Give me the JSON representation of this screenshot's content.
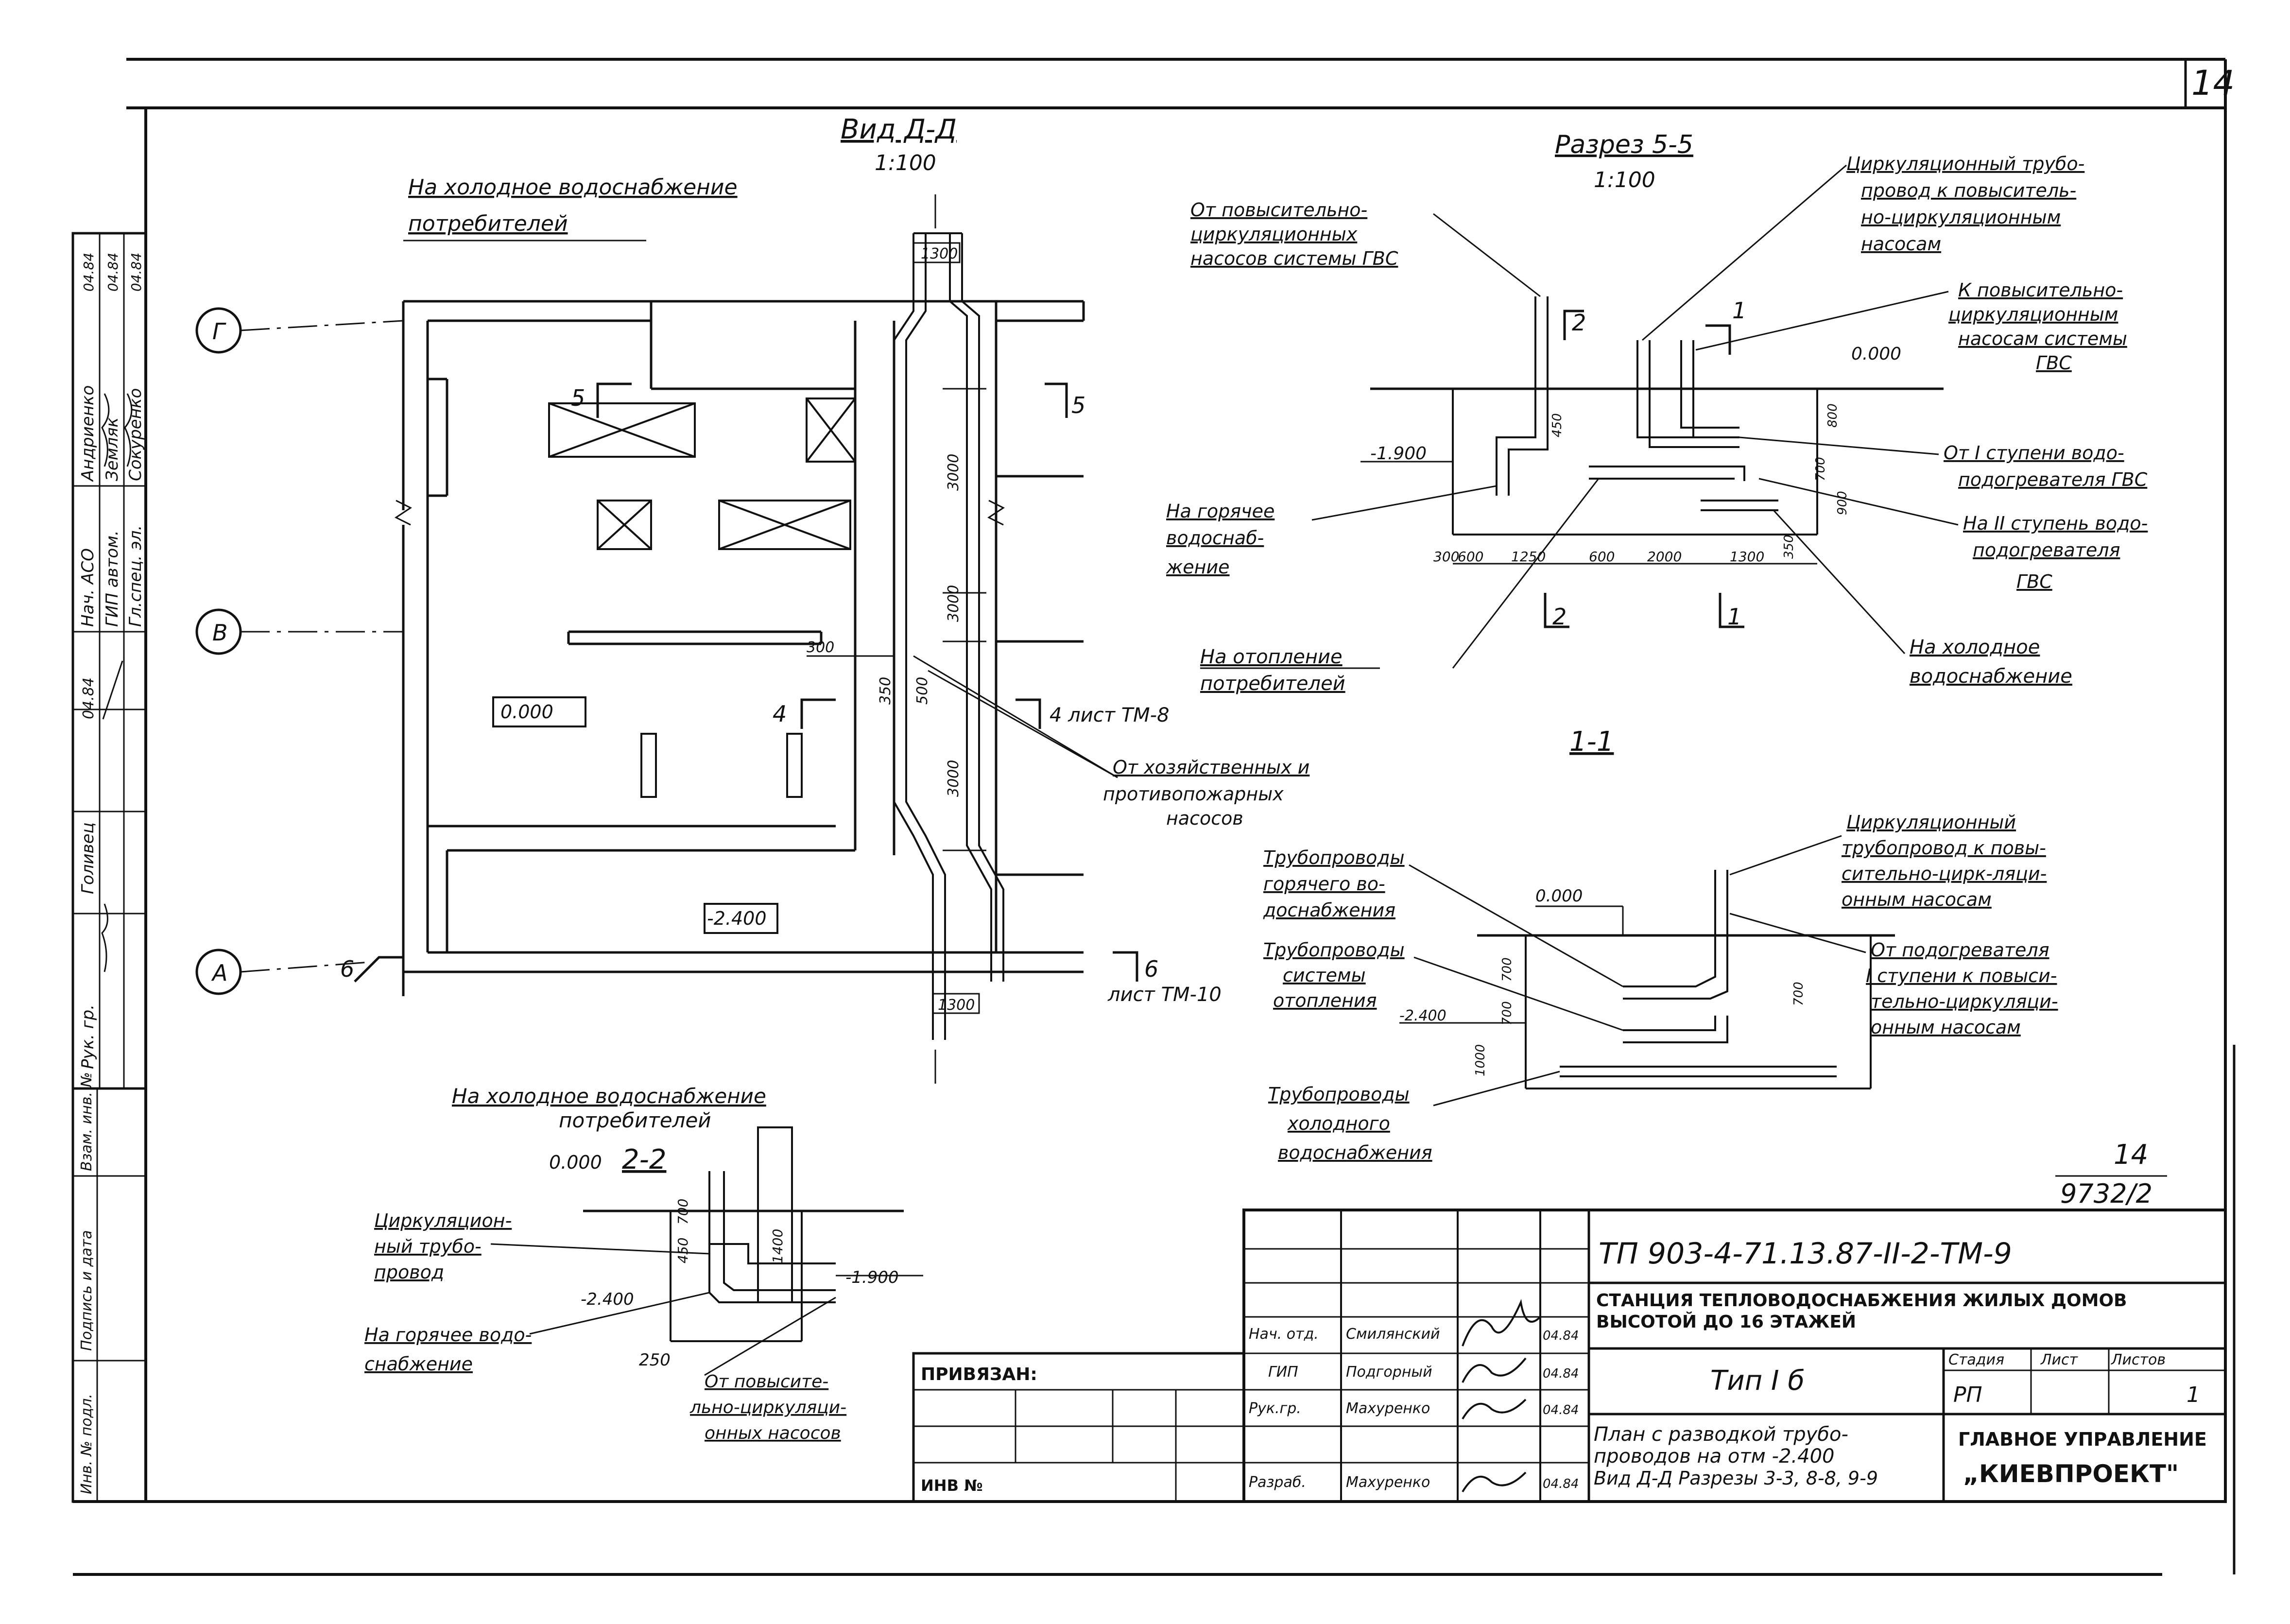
{
  "sheet": {
    "page_number": "14"
  },
  "view_dd": {
    "title": "Вид Д-Д",
    "scale": "1:100",
    "top_label": [
      "На холодное водоснабжение",
      "потребителей"
    ],
    "bottom_label": [
      "На холодное водоснабжение",
      "потребителей"
    ],
    "source_label": [
      "От хозяйственных и",
      "противопожарных",
      "насосов"
    ],
    "axes": [
      "Г",
      "В",
      "А"
    ],
    "levels": [
      "0.000",
      "-2.400"
    ],
    "dims": [
      "1300",
      "3000",
      "3000",
      "3000",
      "1300",
      "300",
      "350",
      "500"
    ],
    "cuts": [
      "5",
      "5",
      "4",
      "4 лист ТМ-8",
      "6",
      "6",
      "лист ТМ-10"
    ]
  },
  "section_55": {
    "title": "Разрез 5-5",
    "scale": "1:100",
    "labels": {
      "from_boost": [
        "От повысительно-",
        "циркуляционных",
        "насосов системы ГВС"
      ],
      "circ_pipe": [
        "Циркуляционный трубо-",
        "провод к повыситель-",
        "но-циркуляционным",
        "насосам"
      ],
      "to_boost": [
        "К повысительно-",
        "циркуляционным",
        "насосам системы",
        "ГВС"
      ],
      "from_stage1": [
        "От I ступени водо-",
        "подогревателя ГВС"
      ],
      "to_stage2": [
        "На II ступень водо-",
        "подогревателя",
        "ГВС"
      ],
      "hot_water": [
        "На горячее",
        "водоснаб-",
        "жение"
      ],
      "heating": [
        "На отопление",
        "потребителей"
      ],
      "cold_water": [
        "На холодное",
        "водоснабжение"
      ]
    },
    "levels": [
      "0.000",
      "-1.900"
    ],
    "dims": [
      "450",
      "800",
      "700",
      "900",
      "300",
      "600",
      "1250",
      "600",
      "2000",
      "1300",
      "350"
    ],
    "cuts": [
      "2",
      "1",
      "2",
      "1"
    ]
  },
  "section_11": {
    "title": "1-1",
    "labels": {
      "hot_pipes": [
        "Трубопроводы",
        "горячего во-",
        "доснабжения"
      ],
      "heat_pipes": [
        "Трубопроводы",
        "системы",
        "отопления"
      ],
      "cold_pipes": [
        "Трубопроводы",
        "холодного",
        "водоснабжения"
      ],
      "circ_pipe": [
        "Циркуляционный",
        "трубопровод к повы-",
        "сительно-цирк-ляци-",
        "онным насосам"
      ],
      "from_heater": [
        "От подогревателя",
        "I ступени к повыси-",
        "тельно-циркуляци-",
        "онным насосам"
      ]
    },
    "levels": [
      "0.000",
      "-2.400"
    ],
    "dims": [
      "700",
      "700",
      "1000",
      "700"
    ]
  },
  "section_22": {
    "title": "2-2",
    "labels": {
      "circ": [
        "Циркуляцион-",
        "ный трубо-",
        "провод"
      ],
      "hot": [
        "На горячее водо-",
        "снабжение"
      ],
      "from_boost": [
        "От повысите-",
        "льно-циркуляци-",
        "онных насосов"
      ]
    },
    "levels": [
      "0.000",
      "-2.400",
      "-1.900"
    ],
    "dims": [
      "450",
      "700",
      "1400",
      "250"
    ]
  },
  "sheet_ref": {
    "top": "14",
    "bottom": "9732/2"
  },
  "left_stamp": {
    "roles": [
      "Рук. гр.",
      "Голивец",
      "04.84",
      "Нач. АСО",
      "ГИП автом.",
      "Гл.спец. эл.",
      "Андриенко",
      "Земляк",
      "Сокуренко",
      "04.84",
      "04.84",
      "04.84"
    ],
    "vertical_labels": [
      "Инв. № подл.",
      "Подпись и дата",
      "Взам. инв. №"
    ]
  },
  "title_block": {
    "code": "ТП 903-4-71.13.87-II-2-ТМ-9",
    "project": "СТАНЦИЯ ТЕПЛОВОДОСНАБЖЕНИЯ ЖИЛЫХ ДОМОВ ВЫСОТОЙ ДО 16 ЭТАЖЕЙ",
    "type": "Тип I б",
    "stage_header": "Стадия",
    "sheet_header": "Лист",
    "sheets_header": "Листов",
    "stage": "РП",
    "sheet": "",
    "sheets": "1",
    "contents": [
      "План с разводкой трубо-",
      "проводов на отм -2.400",
      "Вид Д-Д Разрезы 3-3, 8-8, 9-9"
    ],
    "org_line1": "ГЛАВНОЕ УПРАВЛЕНИЕ",
    "org_line2": "„КИЕВПРОЕКТ\"",
    "bound_label": "ПРИВЯЗАН:",
    "inv_label": "ИНВ №",
    "people": [
      {
        "role": "Нач. отд.",
        "name": "Смилянский",
        "date": "04.84"
      },
      {
        "role": "ГИП",
        "name": "Подгорный",
        "date": "04.84"
      },
      {
        "role": "Рук.гр.",
        "name": "Махуренко",
        "date": "04.84"
      },
      {
        "role": "Разраб.",
        "name": "Махуренко",
        "date": "04.84"
      }
    ]
  }
}
